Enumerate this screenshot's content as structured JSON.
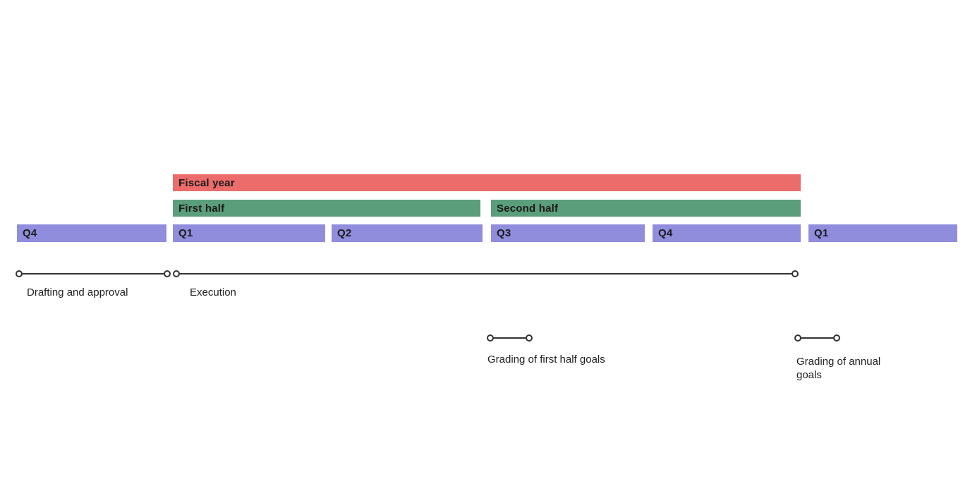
{
  "diagram": {
    "fiscal_year_bar": {
      "label": "Fiscal year"
    },
    "halves": [
      {
        "label": "First half"
      },
      {
        "label": "Second half"
      }
    ],
    "quarters": [
      {
        "label": "Q4"
      },
      {
        "label": "Q1"
      },
      {
        "label": "Q2"
      },
      {
        "label": "Q3"
      },
      {
        "label": "Q4"
      },
      {
        "label": "Q1"
      }
    ],
    "milestones": [
      {
        "label": "Drafting and approval"
      },
      {
        "label": "Execution"
      },
      {
        "label": "Grading of first half goals"
      },
      {
        "label": "Grading of annual goals"
      }
    ]
  },
  "colors": {
    "fiscal_year_bar": "#EC6B6B",
    "half_bar": "#5B9E7C",
    "quarter_bar": "#918DDD",
    "bar_text": "#1A1A1A",
    "milestone_line": "#333333",
    "milestone_text": "#212121",
    "background": "#FFFFFF"
  }
}
